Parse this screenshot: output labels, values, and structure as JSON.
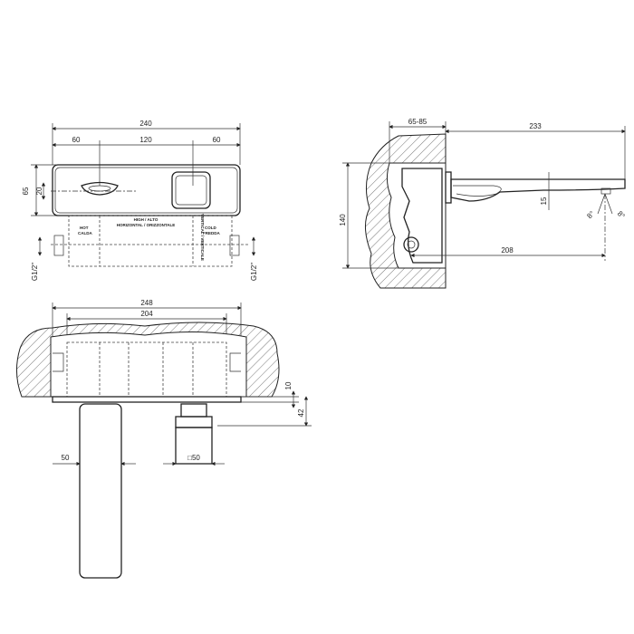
{
  "front_view": {
    "dims": {
      "total_width": "240",
      "left_offset": "60",
      "center_spacing": "120",
      "right_offset": "60",
      "height": "65",
      "spout_height": "20",
      "thread_left": "G1/2\"",
      "thread_right": "G1/2\""
    },
    "labels": {
      "high_alto": "HIGH / ALTO",
      "horizontal": "HORIZONTAL / ORIZZONTALE",
      "vertical": "VERTICAL / VERTICALE",
      "hot": "HOT",
      "calda": "CALDA",
      "cold": "COLD",
      "fredda": "FREDDA"
    }
  },
  "side_view": {
    "dims": {
      "wall_depth": "65-85",
      "spout_length": "233",
      "body_height": "140",
      "spout_drop": "15",
      "outlet_distance": "208",
      "tilt_a": "8°",
      "tilt_b": "8°"
    }
  },
  "top_view": {
    "dims": {
      "plate_width": "248",
      "box_width": "204",
      "plate_thickness": "10",
      "projection": "42",
      "spout_width": "50",
      "handle_size": "□50"
    }
  }
}
